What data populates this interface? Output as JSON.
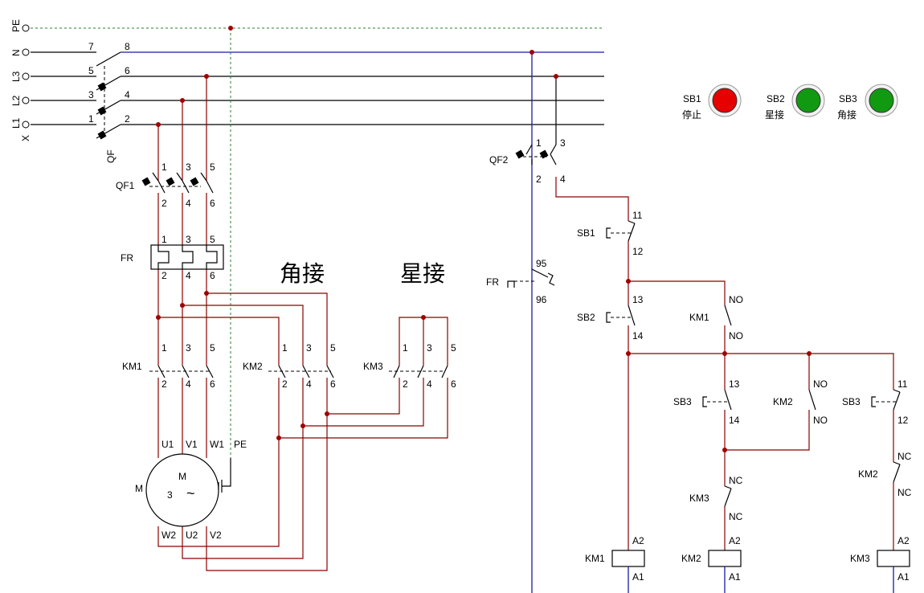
{
  "buses": {
    "pe": "PE",
    "n": "N",
    "l3": "L3",
    "l2": "L2",
    "l1": "L1",
    "x": "X"
  },
  "breakers": {
    "qf": {
      "name": "QF",
      "terminals": [
        "7",
        "8",
        "5",
        "6",
        "3",
        "4",
        "1",
        "2"
      ]
    },
    "qf1": {
      "name": "QF1",
      "top": [
        "1",
        "3",
        "5"
      ],
      "bottom": [
        "2",
        "4",
        "6"
      ]
    },
    "qf2": {
      "name": "QF2",
      "top": [
        "1",
        "3"
      ],
      "bottom": [
        "2",
        "4"
      ]
    }
  },
  "relay": {
    "name": "FR",
    "top": [
      "1",
      "3",
      "5"
    ],
    "bottom": [
      "2",
      "4",
      "6"
    ],
    "contact_name": "FR",
    "contact_top": "95",
    "contact_bottom": "96"
  },
  "contactors": {
    "km1": {
      "name": "KM1",
      "top": [
        "1",
        "3",
        "5"
      ],
      "bottom": [
        "2",
        "4",
        "6"
      ]
    },
    "km2": {
      "name": "KM2",
      "top": [
        "1",
        "3",
        "5"
      ],
      "bottom": [
        "2",
        "4",
        "6"
      ]
    },
    "km3": {
      "name": "KM3",
      "top": [
        "1",
        "3",
        "5"
      ],
      "bottom": [
        "2",
        "4",
        "6"
      ]
    }
  },
  "headings": {
    "delta": "角接",
    "star": "星接"
  },
  "motor": {
    "m_left": "M",
    "m_center": "M",
    "phases": "3",
    "ac": "~",
    "u1": "U1",
    "v1": "V1",
    "w1": "W1",
    "pe": "PE",
    "w2": "W2",
    "u2": "U2",
    "v2": "V2"
  },
  "buttons": [
    {
      "id": "SB1",
      "label": "停止",
      "color": "#e60000"
    },
    {
      "id": "SB2",
      "label": "星接",
      "color": "#119a11"
    },
    {
      "id": "SB3",
      "label": "角接",
      "color": "#119a11"
    }
  ],
  "control": {
    "sb1": {
      "name": "SB1",
      "top": "11",
      "bottom": "12"
    },
    "sb2": {
      "name": "SB2",
      "top": "13",
      "bottom": "14"
    },
    "km1_aux": {
      "name": "KM1",
      "top": "NO",
      "bottom": "NO"
    },
    "sb3_no": {
      "name": "SB3",
      "top": "13",
      "bottom": "14"
    },
    "km2_aux": {
      "name": "KM2",
      "top": "NO",
      "bottom": "NO"
    },
    "sb3_nc": {
      "name": "SB3",
      "top": "11",
      "bottom": "12"
    },
    "km3_nc": {
      "name": "KM3",
      "top": "NC",
      "bottom": "NC"
    },
    "km2_nc": {
      "name": "KM2",
      "top": "NC",
      "bottom": "NC"
    },
    "coils": [
      {
        "name": "KM1",
        "top": "A2",
        "bottom": "A1"
      },
      {
        "name": "KM2",
        "top": "A2",
        "bottom": "A1"
      },
      {
        "name": "KM3",
        "top": "A2",
        "bottom": "A1"
      }
    ]
  }
}
